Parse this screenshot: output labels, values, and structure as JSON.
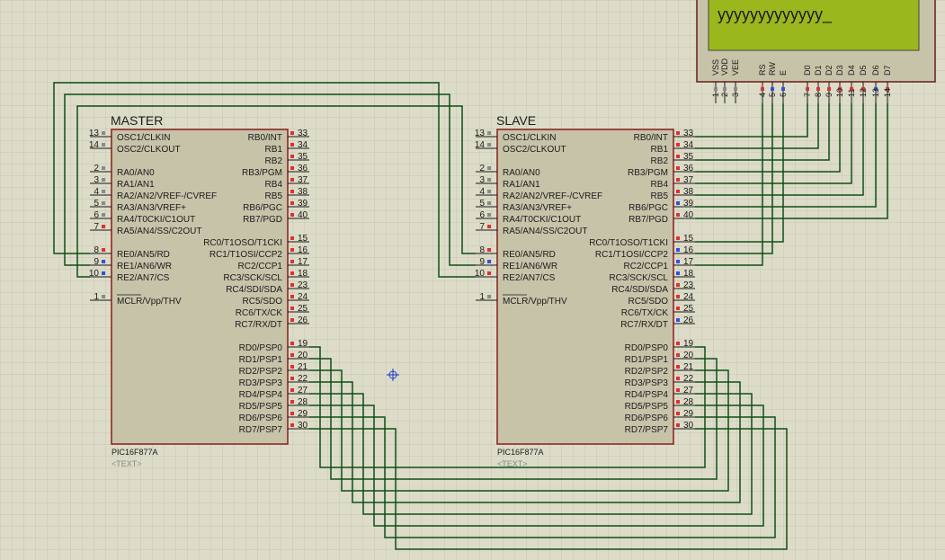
{
  "lcd": {
    "display_text": "yyyyyyyyyyyyy_",
    "pins": [
      {
        "name": "VSS",
        "num": "1"
      },
      {
        "name": "VDD",
        "num": "2"
      },
      {
        "name": "VEE",
        "num": "3"
      },
      {
        "name": "RS",
        "num": "4"
      },
      {
        "name": "RW",
        "num": "5"
      },
      {
        "name": "E",
        "num": "6"
      },
      {
        "name": "D0",
        "num": "7"
      },
      {
        "name": "D1",
        "num": "8"
      },
      {
        "name": "D2",
        "num": "9"
      },
      {
        "name": "D3",
        "num": "10"
      },
      {
        "name": "D4",
        "num": "11"
      },
      {
        "name": "D5",
        "num": "12"
      },
      {
        "name": "D6",
        "num": "13"
      },
      {
        "name": "D7",
        "num": "14"
      }
    ]
  },
  "chips": [
    {
      "id": "master",
      "label": "MASTER",
      "part": "PIC16F877A",
      "text_placeholder": "<TEXT>"
    },
    {
      "id": "slave",
      "label": "SLAVE",
      "part": "PIC16F877A",
      "text_placeholder": "<TEXT>"
    }
  ],
  "pins_left": [
    {
      "num": "13",
      "label": "OSC1/CLKIN"
    },
    {
      "num": "14",
      "label": "OSC2/CLKOUT"
    },
    {
      "num": "2",
      "label": "RA0/AN0"
    },
    {
      "num": "3",
      "label": "RA1/AN1"
    },
    {
      "num": "4",
      "label": "RA2/AN2/VREF-/CVREF"
    },
    {
      "num": "5",
      "label": "RA3/AN3/VREF+"
    },
    {
      "num": "6",
      "label": "RA4/T0CKI/C1OUT"
    },
    {
      "num": "7",
      "label": "RA5/AN4/SS/C2OUT"
    },
    {
      "num": "8",
      "label": "RE0/AN5/RD"
    },
    {
      "num": "9",
      "label": "RE1/AN6/WR"
    },
    {
      "num": "10",
      "label": "RE2/AN7/CS"
    },
    {
      "num": "1",
      "label": "MCLR/Vpp/THV"
    }
  ],
  "pins_right": [
    {
      "num": "33",
      "label": "RB0/INT"
    },
    {
      "num": "34",
      "label": "RB1"
    },
    {
      "num": "35",
      "label": "RB2"
    },
    {
      "num": "36",
      "label": "RB3/PGM"
    },
    {
      "num": "37",
      "label": "RB4"
    },
    {
      "num": "38",
      "label": "RB5"
    },
    {
      "num": "39",
      "label": "RB6/PGC"
    },
    {
      "num": "40",
      "label": "RB7/PGD"
    },
    {
      "num": "15",
      "label": "RC0/T1OSO/T1CKI"
    },
    {
      "num": "16",
      "label": "RC1/T1OSI/CCP2"
    },
    {
      "num": "17",
      "label": "RC2/CCP1"
    },
    {
      "num": "18",
      "label": "RC3/SCK/SCL"
    },
    {
      "num": "23",
      "label": "RC4/SDI/SDA"
    },
    {
      "num": "24",
      "label": "RC5/SDO"
    },
    {
      "num": "25",
      "label": "RC6/TX/CK"
    },
    {
      "num": "26",
      "label": "RC7/RX/DT"
    },
    {
      "num": "19",
      "label": "RD0/PSP0"
    },
    {
      "num": "20",
      "label": "RD1/PSP1"
    },
    {
      "num": "21",
      "label": "RD2/PSP2"
    },
    {
      "num": "22",
      "label": "RD3/PSP3"
    },
    {
      "num": "27",
      "label": "RD4/PSP4"
    },
    {
      "num": "28",
      "label": "RD5/PSP5"
    },
    {
      "num": "29",
      "label": "RD6/PSP6"
    },
    {
      "num": "30",
      "label": "RD7/PSP7"
    }
  ],
  "colors": {
    "background": "#dcdcc8",
    "grid": "#c6c6b2",
    "chip_fill": "#c7c3a9",
    "chip_border": "#8a1c1c",
    "wire": "#0f4f14",
    "lcd_screen": "#9ab81e",
    "pin_red": "#e03030",
    "pin_blue": "#3050e0",
    "pin_gray": "#8a8a8a"
  }
}
